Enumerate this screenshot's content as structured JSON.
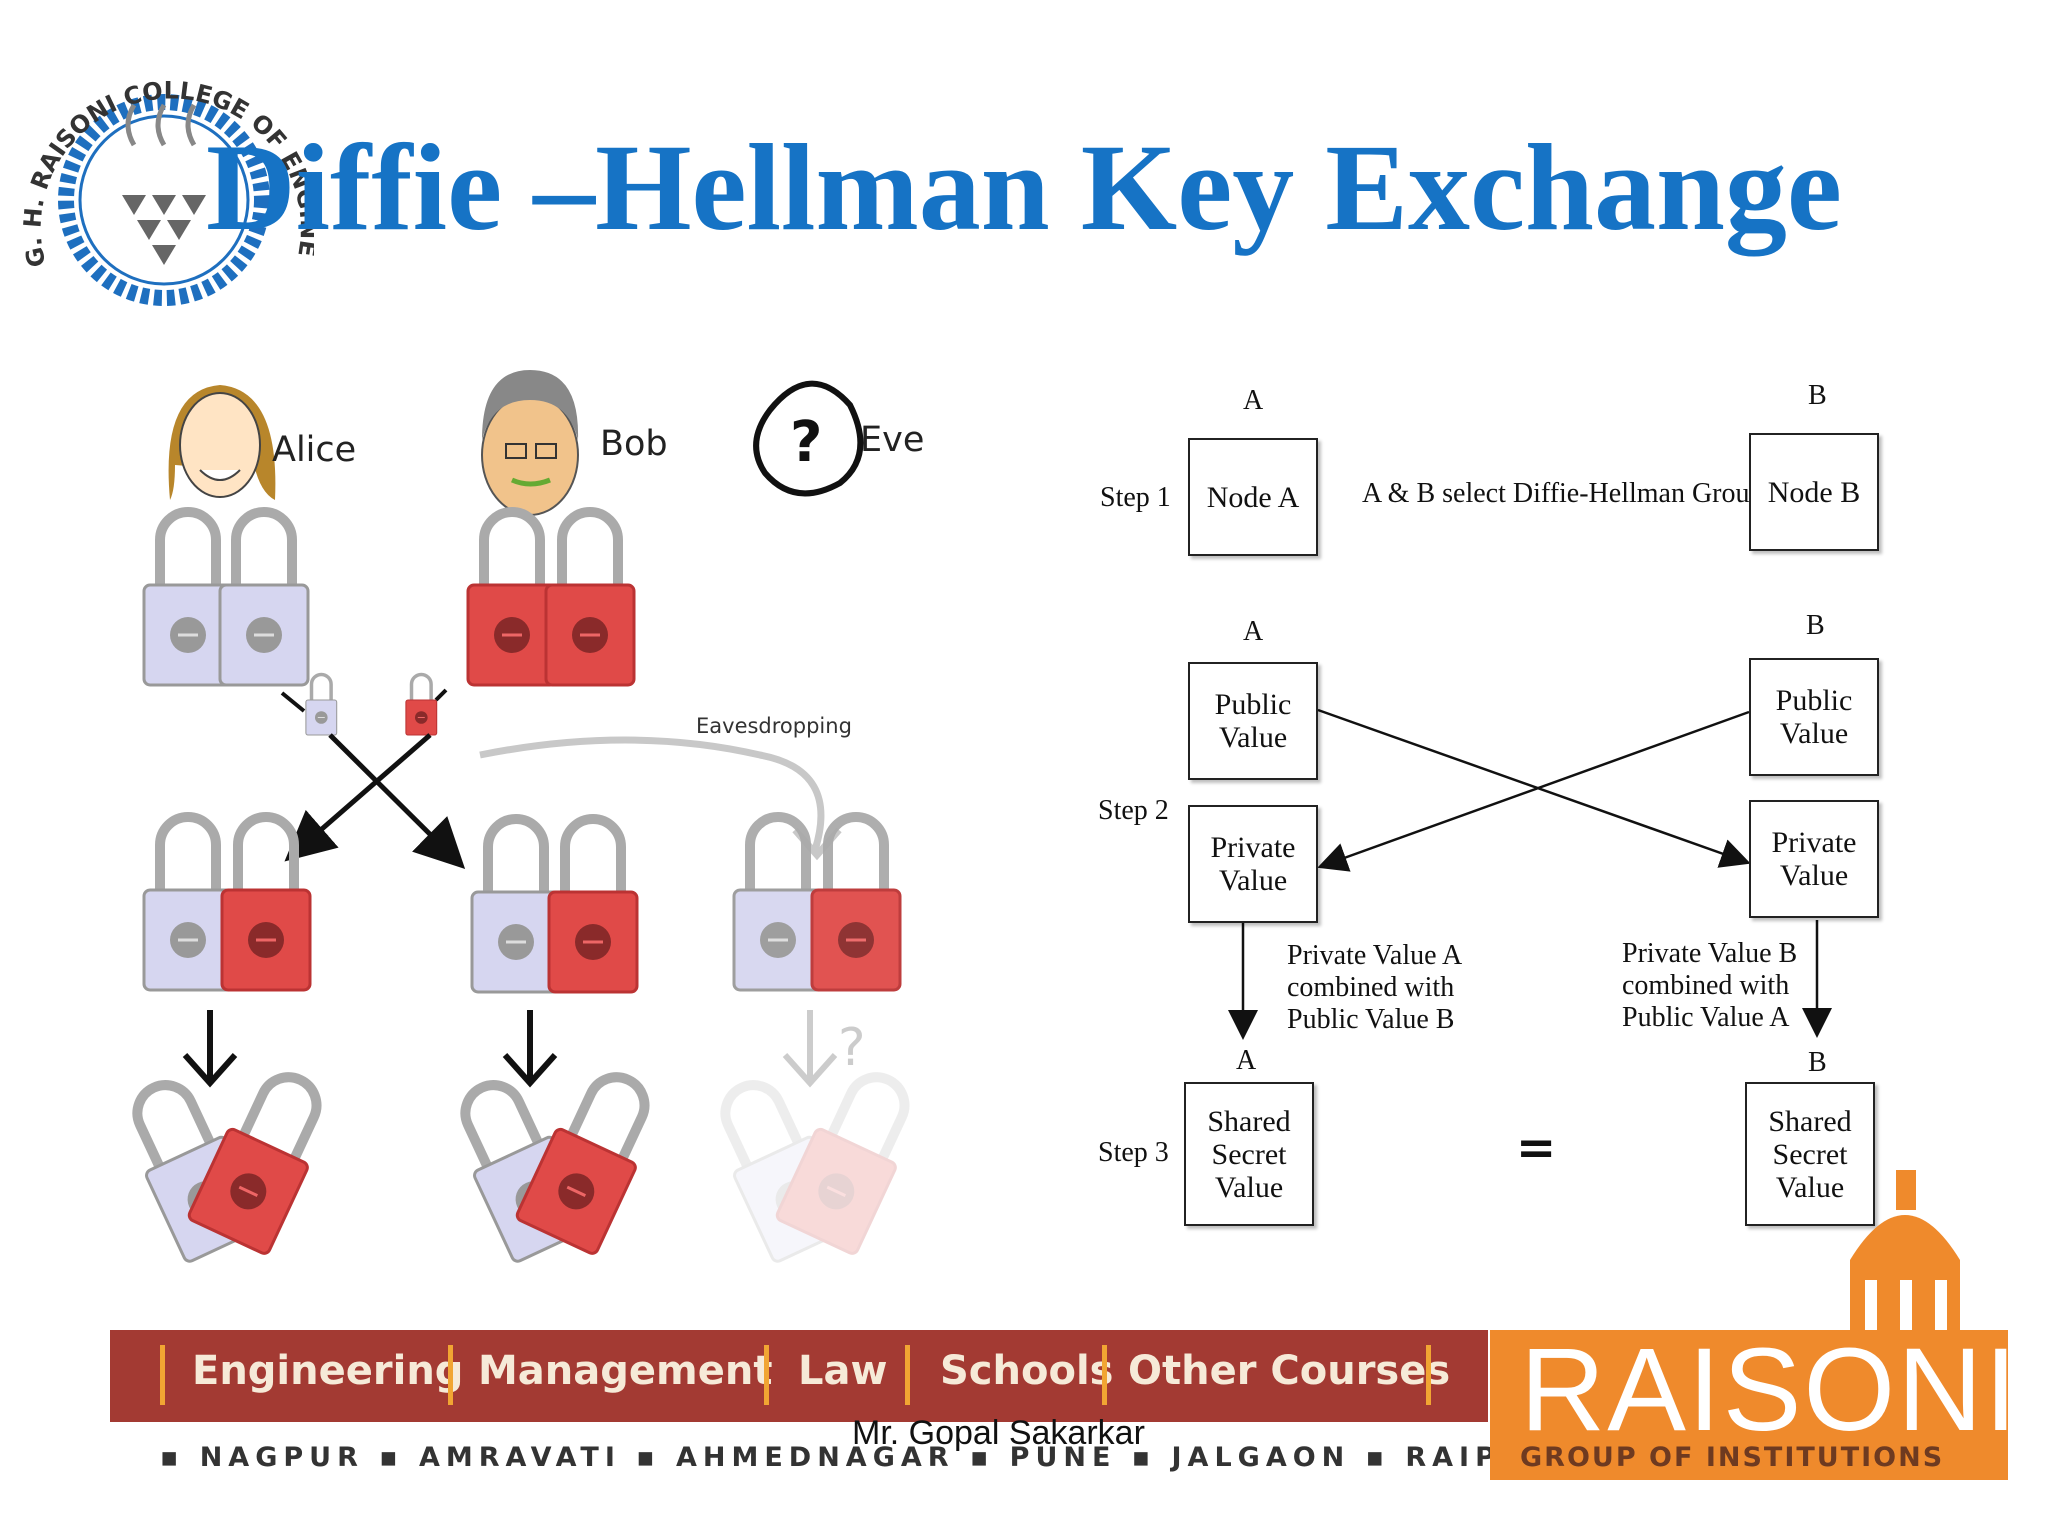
{
  "slide": {
    "title": "Diffie –Hellman Key Exchange"
  },
  "logo": {
    "icon": "college-seal-icon",
    "text": "G. H. RAISONI COLLEGE OF ENGINEERING"
  },
  "illustration": {
    "alice": "Alice",
    "bob": "Bob",
    "eve": "Eve",
    "eve_face": "?",
    "eavesdropping": "Eavesdropping",
    "question_mark": "?"
  },
  "flow": {
    "step1": "Step 1",
    "step2": "Step 2",
    "step3": "Step 3",
    "label_a": "A",
    "label_b": "B",
    "node_a": "Node A",
    "node_b": "Node B",
    "group_text": "A & B select Diffie-Hellman Group",
    "public_value": "Public\nValue",
    "private_value": "Private\nValue",
    "shared_value": "Shared\nSecret\nValue",
    "note_a": "Private Value A\ncombined with\nPublic Value B",
    "note_b": "Private Value B\ncombined with\nPublic Value A",
    "equals": "="
  },
  "footer": {
    "items": [
      "Engineering",
      "Management",
      "Law",
      "Schools",
      "Other Courses"
    ],
    "cities": "▪ NAGPUR ▪ AMRAVATI ▪ AHMEDNAGAR ▪ PUNE ▪ JALGAON ▪ RAIPUR ▪",
    "presenter": "Mr. Gopal Sakarkar",
    "brand": "RAISONI",
    "brand_sub": "GROUP OF INSTITUTIONS"
  },
  "colors": {
    "title": "#1673c5",
    "footer_bar": "#a33a33",
    "brand_orange": "#ef8a2c",
    "lock_blue": "#d6d6f0",
    "lock_red": "#e04a48"
  }
}
